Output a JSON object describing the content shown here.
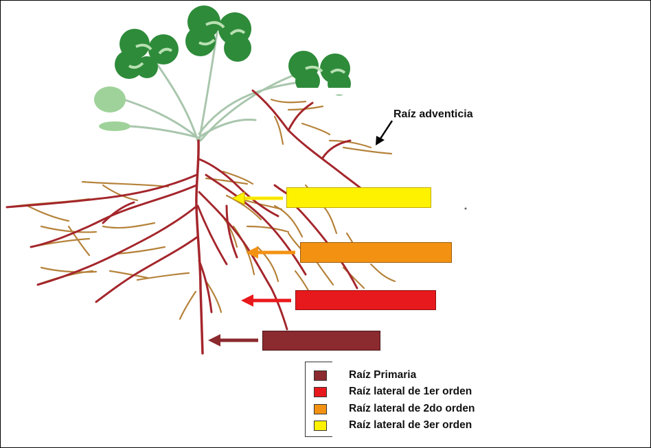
{
  "labels": {
    "adventicia": "Raíz adventicia"
  },
  "colors": {
    "primaria": "#8b2a2f",
    "lateral_1": "#e8191c",
    "lateral_2": "#f39212",
    "lateral_3": "#fff200",
    "root_red": "#a4262c",
    "root_tan": "#b5823a",
    "leaf_dark": "#2e8b3a",
    "leaf_light": "#9fd29a",
    "stem": "#a9c6ad"
  },
  "legend": {
    "items": [
      {
        "label": "Raíz Primaria",
        "color": "#8b2a2f"
      },
      {
        "label": "Raíz lateral de 1er orden",
        "color": "#e8191c"
      },
      {
        "label": "Raíz lateral de 2do orden",
        "color": "#f39212"
      },
      {
        "label": "Raíz lateral de 3er orden",
        "color": "#fff200"
      }
    ]
  }
}
